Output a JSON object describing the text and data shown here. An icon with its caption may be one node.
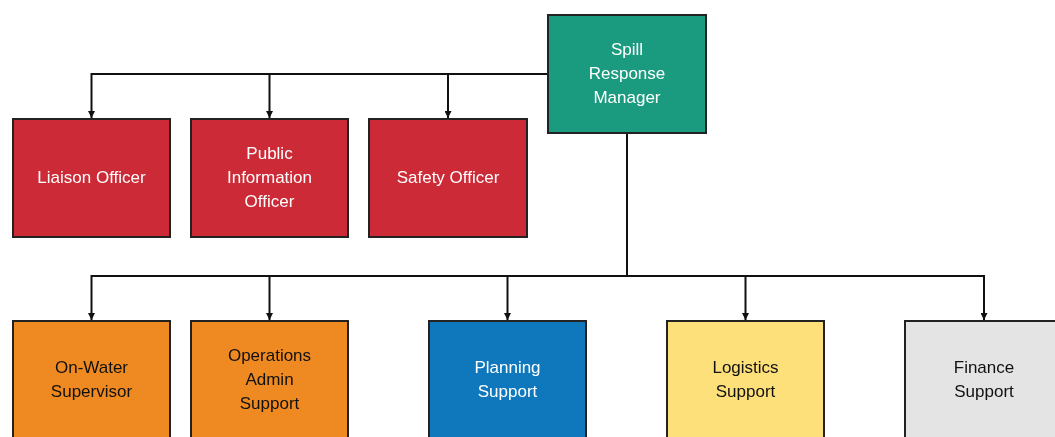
{
  "diagram": {
    "nodes": [
      {
        "text": [
          "Spill Response Manager"
        ]
      },
      {
        "text": [
          "Liaison Officer"
        ]
      },
      {
        "text": [
          "Public Information Officer"
        ]
      },
      {
        "text": [
          "Safety Officer"
        ]
      },
      {
        "text": [
          "On-Water Supervisor"
        ]
      },
      {
        "text": [
          "Operations Admin Support"
        ]
      },
      {
        "text": [
          "Planning Support"
        ]
      },
      {
        "text": [
          "Logistics Support"
        ]
      },
      {
        "text": [
          "Finance Support"
        ]
      }
    ],
    "edges": [
      {
        "from": 0,
        "to": 1,
        "arrow": "to"
      },
      {
        "from": 0,
        "to": 2,
        "arrow": "to"
      },
      {
        "from": 0,
        "to": 3,
        "arrow": "to"
      },
      {
        "from": 0,
        "to": 4,
        "arrow": "to"
      },
      {
        "from": 0,
        "to": 5,
        "arrow": "to"
      },
      {
        "from": 0,
        "to": 6,
        "arrow": "to"
      },
      {
        "from": 0,
        "to": 7,
        "arrow": "to"
      },
      {
        "from": 0,
        "to": 8,
        "arrow": "to"
      }
    ]
  }
}
